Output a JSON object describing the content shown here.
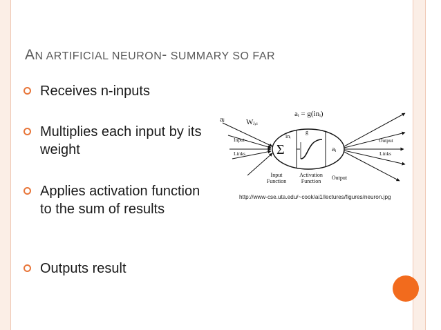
{
  "slide": {
    "title_first_letter": "A",
    "title_part1": "N ARTIFICIAL NEURON",
    "title_dash": "-",
    "title_part2": " SUMMARY SO FAR",
    "bullets": [
      {
        "text": "Receives n-inputs"
      },
      {
        "text": "Multiplies each input by its weight"
      },
      {
        "text": "Applies activation function to the sum of results"
      },
      {
        "text": "Outputs result"
      }
    ]
  },
  "figure": {
    "formula": "aᵢ = g(inᵢ)",
    "input_activation": "aⱼ",
    "weight": "Wⱼ,ᵢ",
    "input_links_line1": "Input",
    "input_links_line2": "Links",
    "sum_symbol": "Σ",
    "sum_output": "inᵢ",
    "g_label": "g",
    "output_activation": "aᵢ",
    "output_links_line1": "Output",
    "output_links_line2": "Links",
    "input_function_line1": "Input",
    "input_function_line2": "Function",
    "activation_function_line1": "Activation",
    "activation_function_line2": "Function",
    "output_label": "Output",
    "caption": "http://www-cse.uta.edu/~cook/ai1/lectures/figures/neuron.jpg"
  },
  "colors": {
    "accent": "#e8763a",
    "dot": "#f26b1d",
    "frame": "#fbeee6"
  }
}
